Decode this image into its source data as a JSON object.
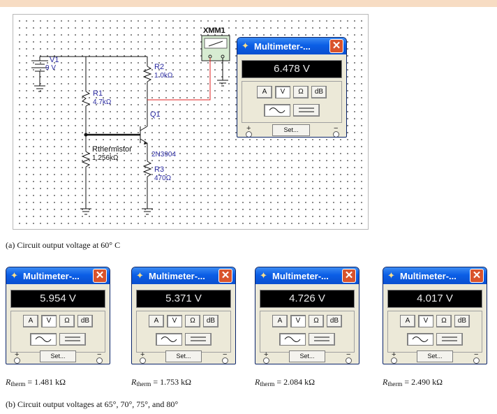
{
  "schematic": {
    "instrument_label": "XMM1",
    "source": {
      "name": "V1",
      "value": "9 V"
    },
    "r1": {
      "name": "R1",
      "value": "4.7kΩ"
    },
    "r2": {
      "name": "R2",
      "value": "1.0kΩ"
    },
    "r3": {
      "name": "R3",
      "value": "470Ω"
    },
    "thermistor": {
      "name": "Rthermistor",
      "value": "1.256kΩ"
    },
    "transistor": {
      "name": "Q1",
      "model": "2N3904"
    }
  },
  "multimeter": {
    "title": "Multimeter-...",
    "close": "✕",
    "buttons": {
      "amps": "A",
      "volts": "V",
      "ohms": "Ω",
      "db": "dB"
    },
    "plus": "+",
    "minus": "−",
    "set": "Set..."
  },
  "main_meter": {
    "reading": "6.478 V"
  },
  "meters": [
    {
      "reading": "5.954 V",
      "rtherm": "= 1.481 kΩ"
    },
    {
      "reading": "5.371 V",
      "rtherm": "= 1.753 kΩ"
    },
    {
      "reading": "4.726 V",
      "rtherm": "= 2.084 kΩ"
    },
    {
      "reading": "4.017 V",
      "rtherm": "= 2.490 kΩ"
    }
  ],
  "rtherm_symbol": "R",
  "rtherm_sub": "therm",
  "caption_a": "(a)  Circuit output voltage at 60° C",
  "caption_b": "(b)  Circuit output voltages at 65°, 70°, 75°, and 80°",
  "colors": {
    "titlebar": "#0b5ee6",
    "wire_probe": "#e02020",
    "component": "#2a2aa0"
  }
}
